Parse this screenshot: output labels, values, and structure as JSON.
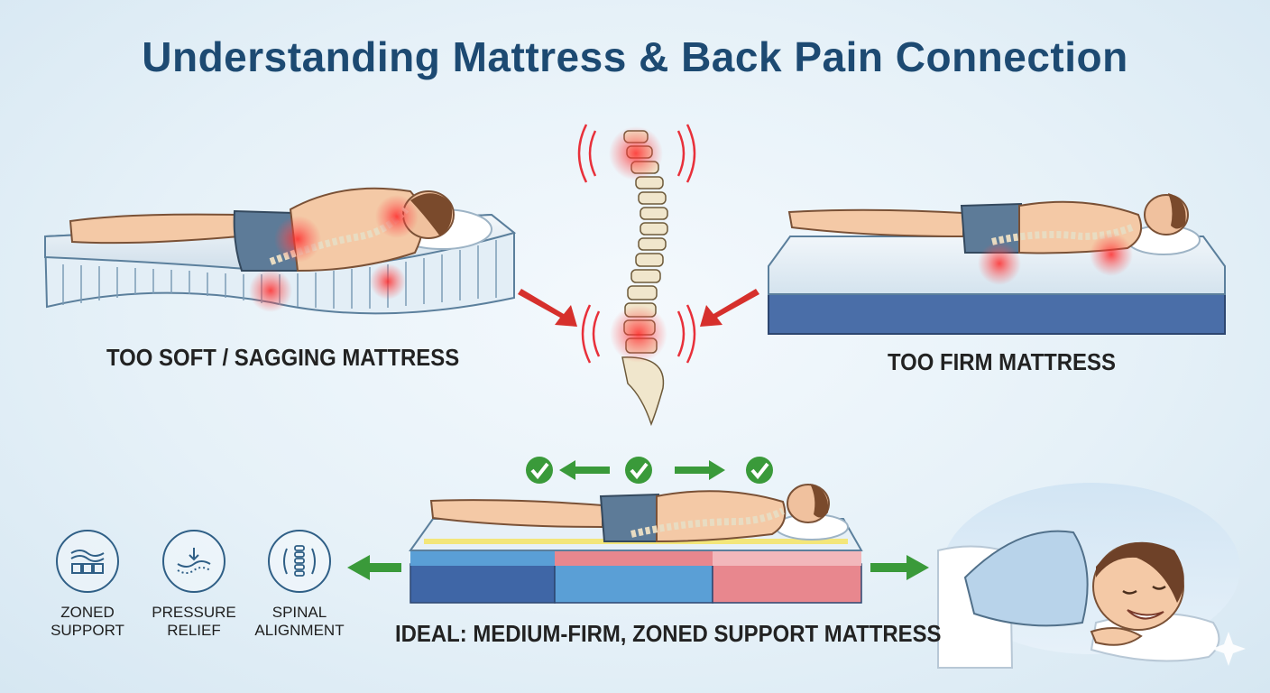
{
  "title": "Understanding Mattress & Back Pain Connection",
  "panels": {
    "soft": {
      "caption": "TOO SOFT / SAGGING MATTRESS"
    },
    "firm": {
      "caption": "TOO FIRM MATTRESS"
    },
    "ideal": {
      "caption": "IDEAL: MEDIUM-FIRM, ZONED SUPPORT MATTRESS"
    }
  },
  "features": [
    {
      "label": "ZONED\nSUPPORT",
      "icon": "zoned-support-icon"
    },
    {
      "label": "PRESSURE\nRELIEF",
      "icon": "pressure-relief-icon"
    },
    {
      "label": "SPINAL\nALIGNMENT",
      "icon": "spinal-alignment-icon"
    }
  ],
  "colors": {
    "title": "#1d4a72",
    "pain": "#e8303a",
    "check": "#3a9a3a",
    "mattress_dark": "#4a6ea8",
    "mattress_zone_blue": "#5a9fd6",
    "mattress_zone_red": "#e8878e"
  }
}
